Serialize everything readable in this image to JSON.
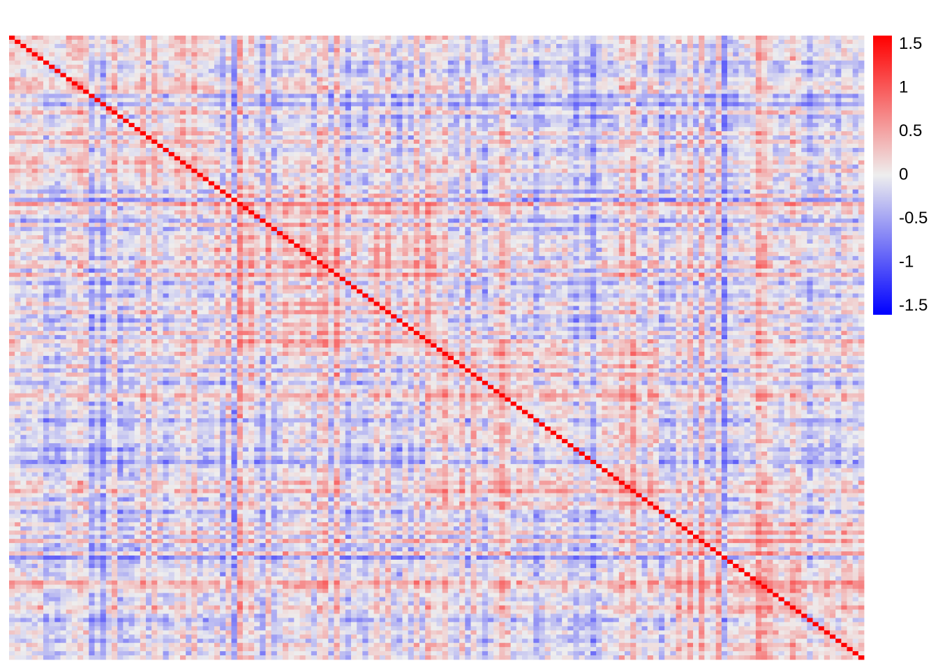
{
  "chart_data": {
    "type": "heatmap",
    "title": "",
    "xlabel": "",
    "ylabel": "",
    "n_rows": 150,
    "n_cols": 150,
    "diagonal_value": 1.6,
    "value_range": [
      -1.6,
      1.6
    ],
    "row_clusters": [
      {
        "start": 0,
        "end": 36
      },
      {
        "start": 36,
        "end": 75
      },
      {
        "start": 75,
        "end": 115
      },
      {
        "start": 115,
        "end": 150
      }
    ],
    "colorbar": {
      "colors": {
        "low": "#0000FF",
        "mid": "#EEEEEE",
        "high": "#FF0000"
      },
      "ticks": [
        {
          "value": 1.5,
          "label": "1.5"
        },
        {
          "value": 1,
          "label": "1"
        },
        {
          "value": 0.5,
          "label": "0.5"
        },
        {
          "value": 0,
          "label": "0"
        },
        {
          "value": -0.5,
          "label": "-0.5"
        },
        {
          "value": -1,
          "label": "-1"
        },
        {
          "value": -1.5,
          "label": "-1.5"
        }
      ]
    }
  }
}
